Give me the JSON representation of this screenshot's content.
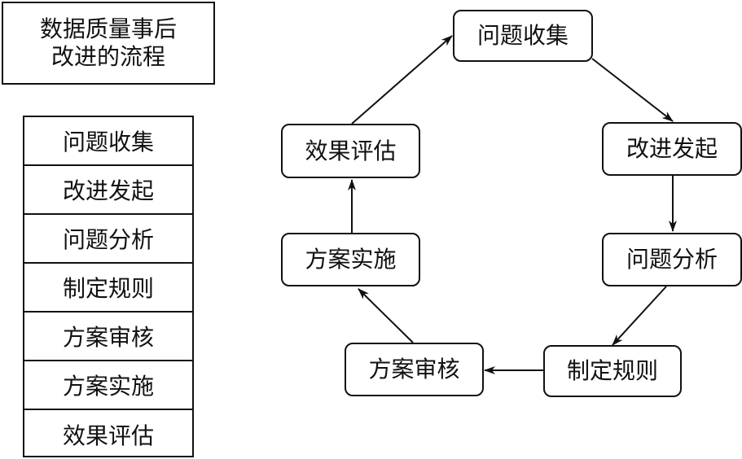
{
  "title": {
    "line1": "数据质量事后",
    "line2": "改进的流程"
  },
  "steps": [
    "问题收集",
    "改进发起",
    "问题分析",
    "制定规则",
    "方案审核",
    "方案实施",
    "效果评估"
  ],
  "cycle": {
    "collect": "问题收集",
    "initiate": "改进发起",
    "analyze": "问题分析",
    "rules": "制定规则",
    "review": "方案审核",
    "implement": "方案实施",
    "evaluate": "效果评估"
  }
}
